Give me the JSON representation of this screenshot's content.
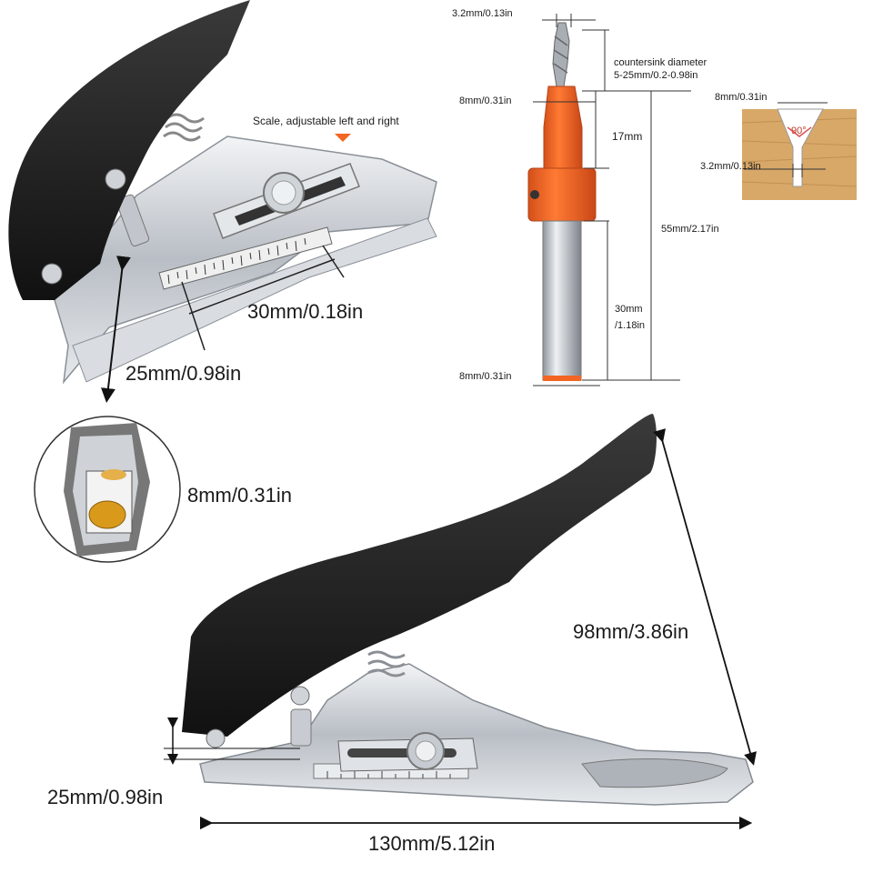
{
  "top_left": {
    "scale_label": "Scale, adjustable left and right",
    "length_label": "30mm/0.18in",
    "depth_label": "25mm/0.98in"
  },
  "bit": {
    "drill_diameter": "3.2mm/0.13in",
    "countersink_title": "countersink diameter",
    "countersink_range": "5-25mm/0.2-0.98in",
    "collar_width": "8mm/0.31in",
    "collar_length": "17mm",
    "total_length": "55mm/2.17in",
    "shank_length_line1": "30mm",
    "shank_length_line2": "/1.18in",
    "shank_diameter": "8mm/0.31in"
  },
  "wood_inset": {
    "top_width": "8mm/0.31in",
    "angle": "90°",
    "hole_width": "3.2mm/0.13in"
  },
  "detail_circle": {
    "hole_label": "8mm/0.31in"
  },
  "main_tool": {
    "height_label": "98mm/3.86in",
    "opening_label": "25mm/0.98in",
    "length_label": "130mm/5.12in"
  },
  "colors": {
    "handle": "#1c1c1c",
    "steel": "#c8ccd2",
    "bit_orange": "#f26522",
    "wood": "#d8a868"
  }
}
